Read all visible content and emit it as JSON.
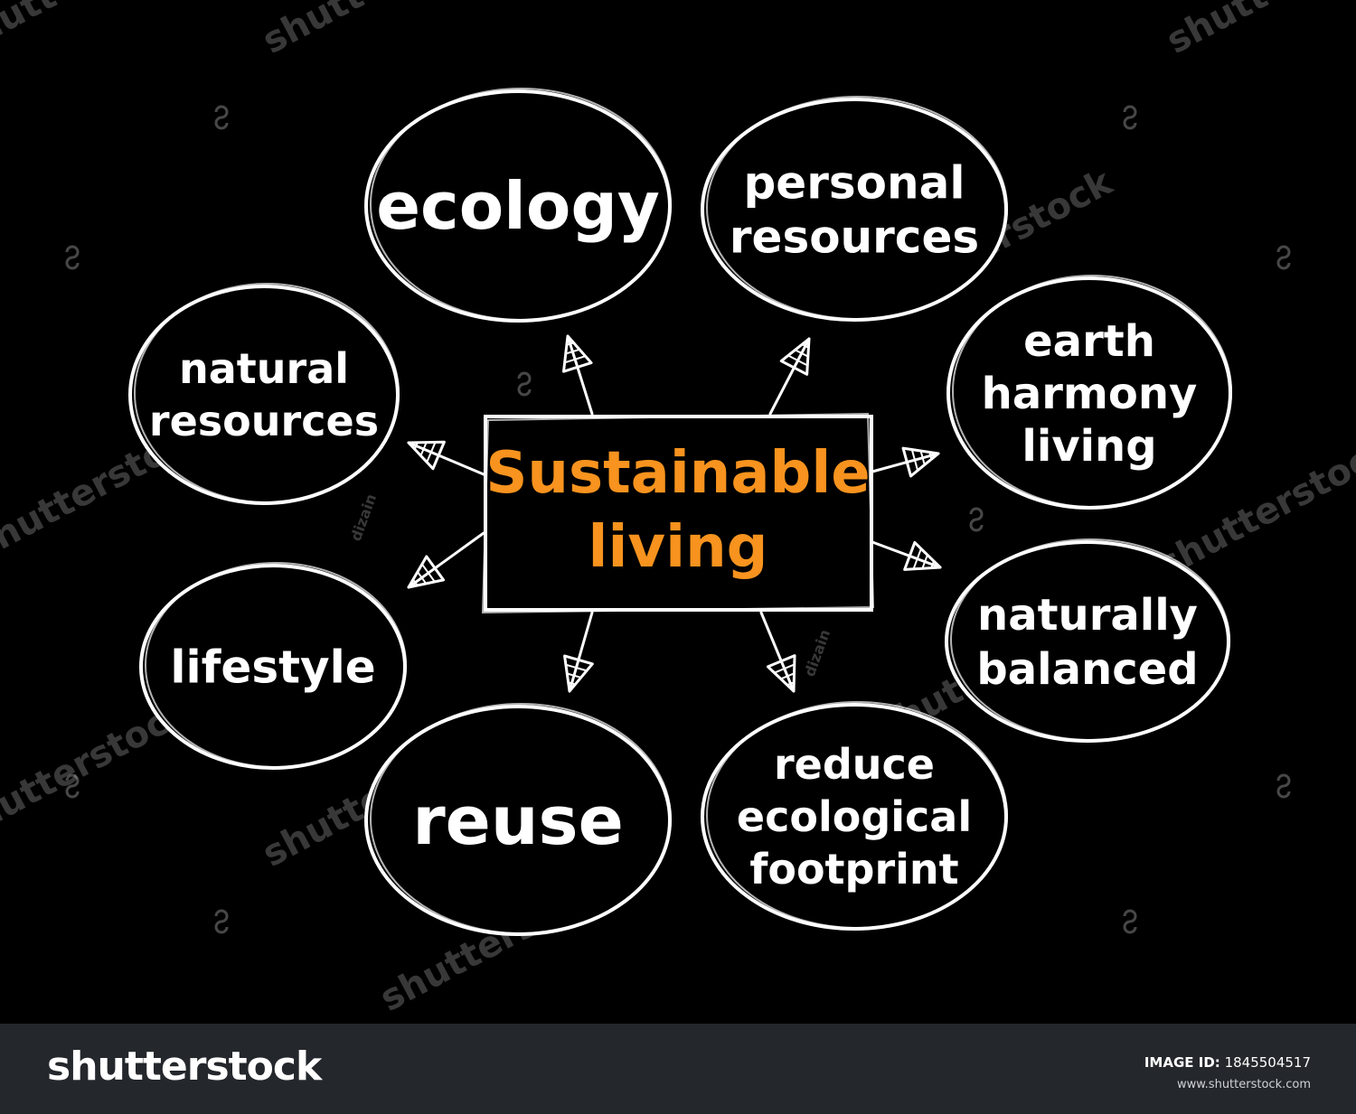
{
  "center": {
    "lines": [
      "Sustainable",
      "living"
    ],
    "color": "#f7931e"
  },
  "nodes": [
    {
      "id": "ecology",
      "lines": [
        "ecology"
      ]
    },
    {
      "id": "personal-resources",
      "lines": [
        "personal",
        "resources"
      ]
    },
    {
      "id": "natural-resources",
      "lines": [
        "natural",
        "resources"
      ]
    },
    {
      "id": "earth-harmony-living",
      "lines": [
        "earth",
        "harmony",
        "living"
      ]
    },
    {
      "id": "naturally-balanced",
      "lines": [
        "naturally",
        "balanced"
      ]
    },
    {
      "id": "lifestyle",
      "lines": [
        "lifestyle"
      ]
    },
    {
      "id": "reuse",
      "lines": [
        "reuse"
      ]
    },
    {
      "id": "reduce-ecological-footprint",
      "lines": [
        "reduce",
        "ecological",
        "footprint"
      ]
    }
  ],
  "watermark": {
    "text": "shutterstock",
    "author": "dizain"
  },
  "footer": {
    "logo": "shutterstock",
    "image_id_label": "IMAGE ID:",
    "image_id": "1845504517",
    "url": "www.shutterstock.com"
  }
}
